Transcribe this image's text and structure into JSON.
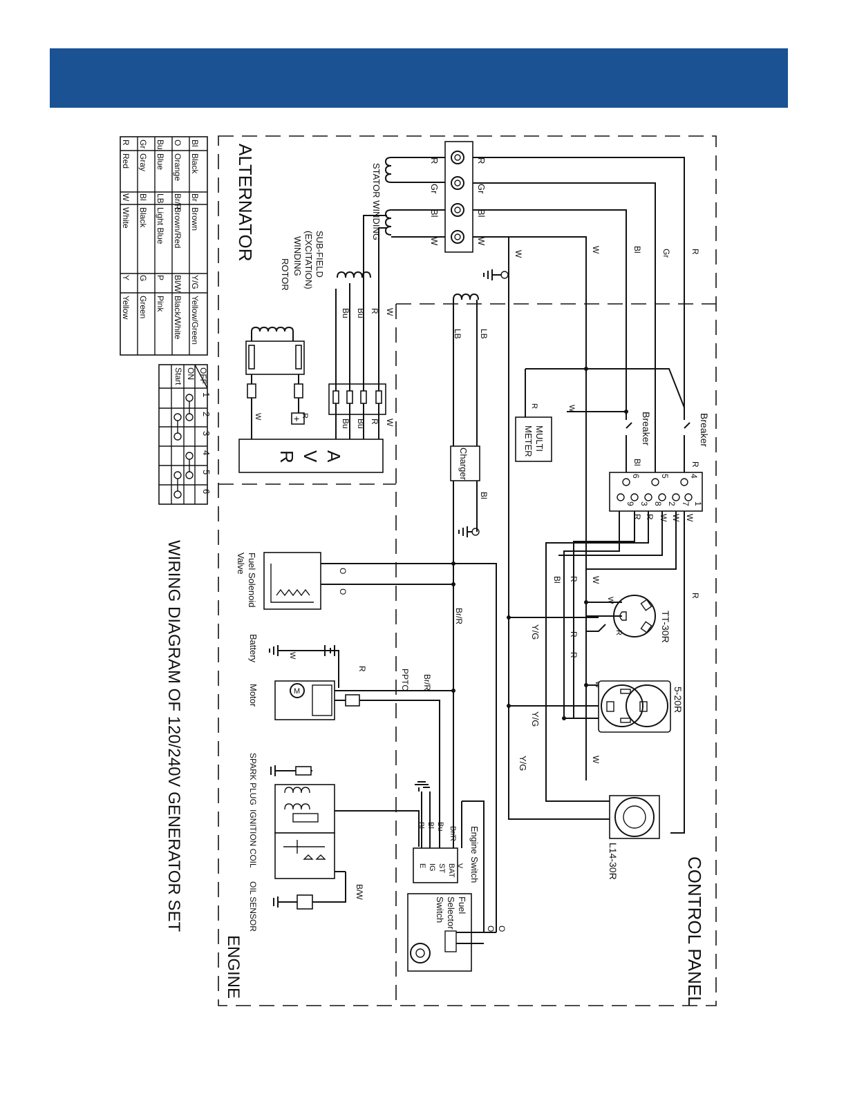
{
  "colors": {
    "banner": "#1a5294",
    "ink": "#111111"
  },
  "title": "WIRING DIAGRAM OF 120/240V GENERATOR SET",
  "sections": {
    "alternator": "ALTERNATOR",
    "control_panel": "CONTROL PANEL",
    "engine": "ENGINE"
  },
  "legend": {
    "rows": [
      [
        "Bl",
        "Black",
        "Br",
        "Brown",
        "Y/G",
        "Yellow/Green"
      ],
      [
        "O",
        "Orange",
        "Br/R",
        "Brown/Red",
        "Bl/W",
        "Black/White"
      ],
      [
        "Bu",
        "Blue",
        "LB",
        "Light Blue",
        "P",
        "Pink"
      ],
      [
        "Gr",
        "Gray",
        "Bl",
        "Black",
        "G",
        "Green"
      ],
      [
        "R",
        "Red",
        "W",
        "White",
        "Y",
        "Yellow"
      ]
    ]
  },
  "switch_table": {
    "rows": [
      "OFF",
      "ON",
      "Start"
    ],
    "cols": [
      "1",
      "2",
      "3",
      "4",
      "5",
      "6"
    ]
  },
  "components": {
    "stator": "STATOR WINDING",
    "subfield": [
      "SUB-FIELD",
      "(EXCITATION)",
      "WINDING"
    ],
    "rotor": "ROTOR",
    "avr": [
      "A",
      "V",
      "R"
    ],
    "charger": "Charger",
    "multimeter": [
      "MULTI",
      "METER"
    ],
    "breaker": "Breaker",
    "tt30r": "TT-30R",
    "r520": "5-20R",
    "l1430r": "L14-30R",
    "fuel_solenoid": [
      "Fuel Solenoid",
      "Valve"
    ],
    "battery": "Battery",
    "motor": "Motor",
    "motor_symbol": "M",
    "ptc": "PPTC",
    "spark_plug": "SPARK PLUG",
    "ignition_coil": "IGNITION COIL",
    "oil_sensor": "OIL SENSOR",
    "engine_switch": "Engine Switch",
    "engine_switch_terms": [
      "V",
      "BAT",
      "ST",
      "IG",
      "E"
    ],
    "fuel_selector": [
      "Fuel",
      "Selector",
      "Switch"
    ]
  },
  "wire_labels": {
    "r": "R",
    "gr": "Gr",
    "bl": "Bl",
    "w": "W",
    "bu": "Bu",
    "lb": "LB",
    "yg": "Y/G",
    "brr": "Br/R",
    "bw": "B/W",
    "o": "O",
    "plus": "+"
  },
  "terminal_numbers": {
    "top": [
      "4",
      "5",
      "6"
    ],
    "bottom": [
      "1",
      "7",
      "2",
      "8",
      "3",
      "9"
    ]
  }
}
